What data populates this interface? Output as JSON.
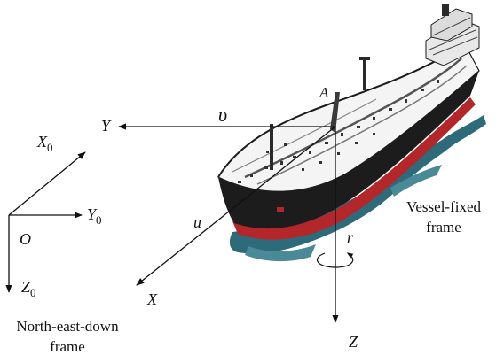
{
  "ned_frame": {
    "origin": "O",
    "x_axis": "X",
    "x_sub": "0",
    "y_axis": "Y",
    "y_sub": "0",
    "z_axis": "Z",
    "z_sub": "0",
    "caption_line1": "North-east-down",
    "caption_line2": "frame"
  },
  "vessel_frame": {
    "x_axis": "X",
    "y_axis": "Y",
    "z_axis": "Z",
    "origin_point": "A",
    "surge": "u",
    "sway": "υ",
    "yaw_rate": "r",
    "caption_line1": "Vessel-fixed",
    "caption_line2": "frame"
  },
  "colors": {
    "hull_dark": "#1c1c1c",
    "hull_red": "#b3262a",
    "deck": "#f4f4f4",
    "water": "#2e6b7a",
    "axis": "#111111"
  }
}
